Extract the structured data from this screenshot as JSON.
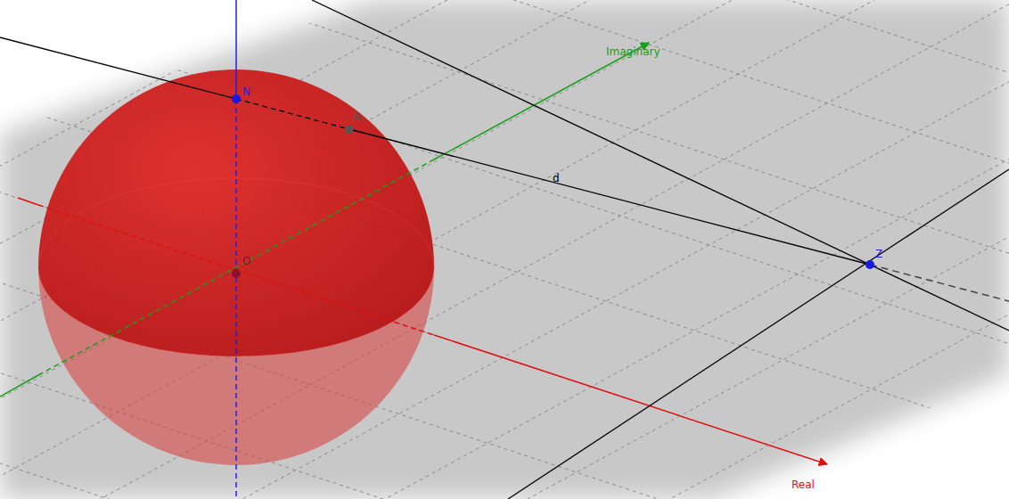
{
  "diagram": {
    "labels": [
      "Imaginary",
      "N",
      "A",
      "d",
      "O",
      "Z",
      "Real"
    ]
  }
}
